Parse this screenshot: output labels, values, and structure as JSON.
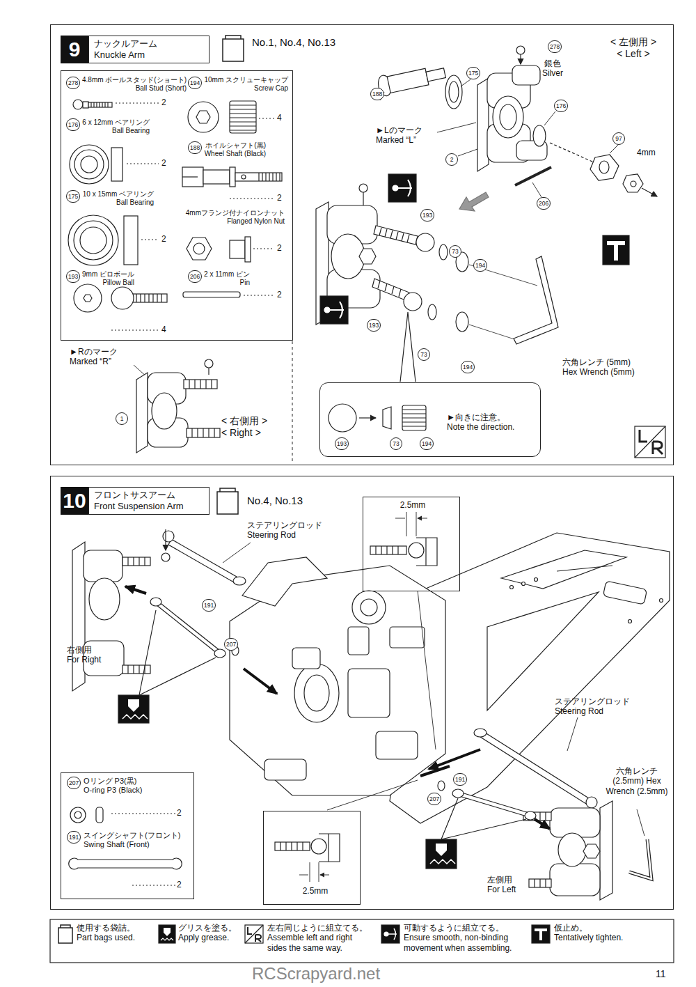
{
  "diagram": {
    "nodes": [
      {
        "text": [
          "9",
          "ナックルアーム Knuckle Arm"
        ]
      },
      {
        "text": [
          "4.8mm ボールスタッド(ショート) Ball Stud (Short)",
          "10mm スクリューキャップ Screw Cap",
          "6 x 12mm ベアリング Ball Bearing",
          "ホイルシャフト(黒) Wheel Shaft (Black)",
          "10 x 15mm ベアリング Ball Bearing",
          "4mmフランジ付ナイロンナット Flanged Nylon Nut",
          "9mm ピロボール Pillow Ball",
          "2 x 11mm ピン Pin"
        ],
        "in": 0
      },
      {
        "text": [
          "►向きに注意。 Note the direction."
        ],
        "in": 0
      },
      {
        "text": [
          "10",
          "フロントサスアーム Front Suspension Arm"
        ]
      },
      {
        "text": [
          "2.5mm"
        ],
        "in": 3
      },
      {
        "text": [
          "Oリング P3(黒) O-ring P3 (Black)",
          "スイングシャフト(フロント) Swing Shaft (Front)"
        ],
        "in": 3
      },
      {
        "text": [
          "2.5mm"
        ],
        "in": 3
      }
    ],
    "labels": [
      "No.1, No.4, No.13",
      "278",
      "2",
      "194",
      "4",
      "176",
      "2",
      "188",
      "2",
      "175",
      "2",
      "2",
      "193",
      "4",
      "206",
      "2",
      "►Rのマーク Marked “R”",
      "1",
      "< 右側用 > < Right >",
      "188",
      "175",
      "278",
      "銀色 Silver",
      "< 左側用 > < Left >",
      "176",
      "►Lのマーク Marked “L”",
      "2",
      "97",
      "4mm",
      "206",
      "193",
      "73",
      "194",
      "193",
      "73",
      "194",
      "六角レンチ (5mm) Hex Wrench (5mm)",
      "193",
      "73",
      "194",
      "No.4, No.13",
      "ステアリングロッド Steering Rod",
      "右側用 For Right",
      "191",
      "207",
      "ステアリングロッド Steering Rod",
      "207",
      "191",
      "六角レンチ (2.5mm) Hex Wrench (2.5mm)",
      "左側用 For Left",
      "207",
      "2",
      "191",
      "2",
      "RCScrapyard.net",
      "11"
    ],
    "legend": [
      {
        "text": "使用する袋詰。 Part bags used."
      },
      {
        "text": "グリスを塗る。 Apply grease."
      },
      {
        "text": "左右同じように組立てる。 Assemble left and right sides the same way."
      },
      {
        "text": "可動するように組立てる。 Ensure smooth, non-binding movement when assembling."
      },
      {
        "text": "仮止め。 Tentatively tighten."
      }
    ]
  }
}
